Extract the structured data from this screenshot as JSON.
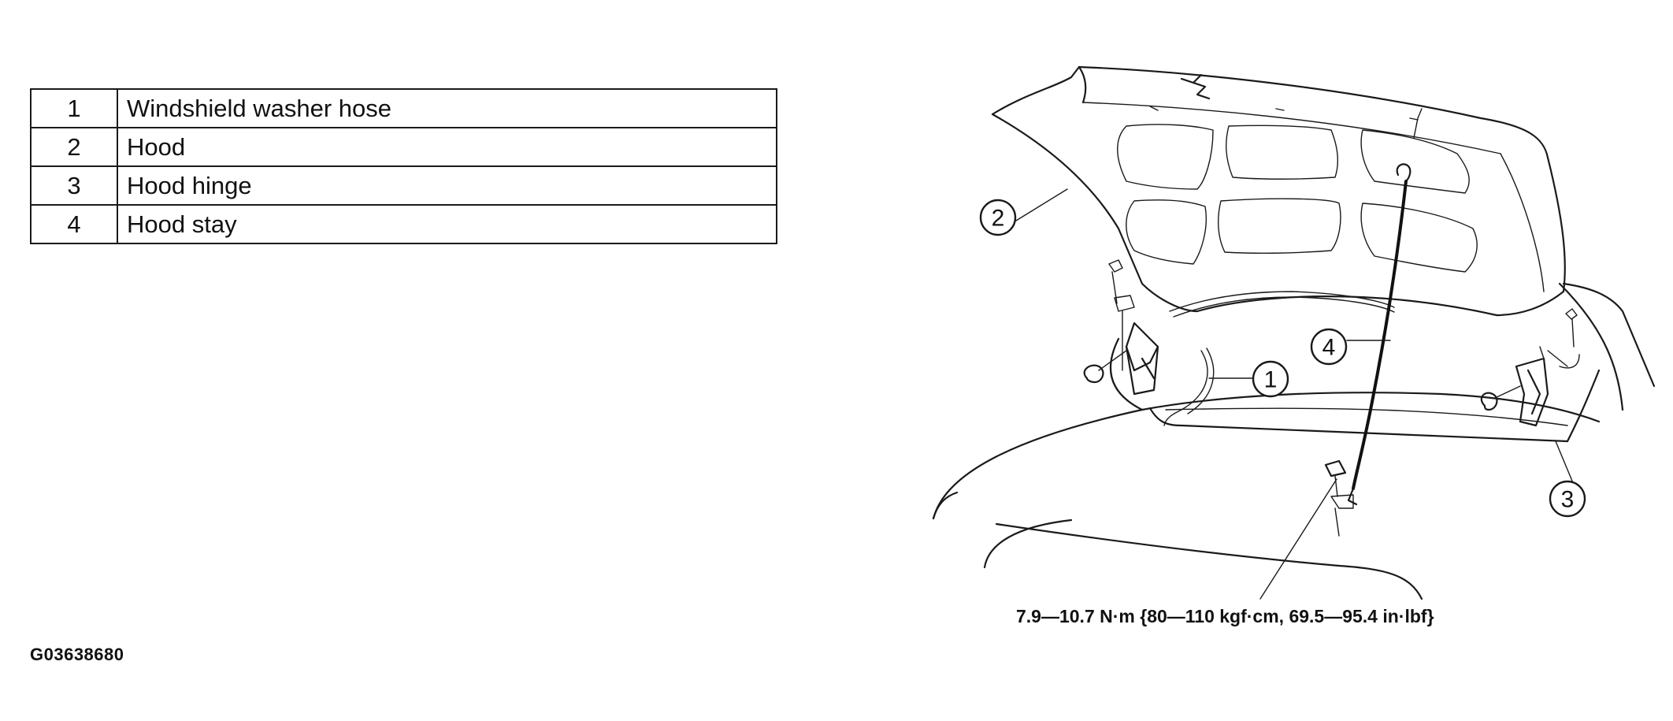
{
  "legend": {
    "rows": [
      {
        "num": "1",
        "label": "Windshield washer hose"
      },
      {
        "num": "2",
        "label": "Hood"
      },
      {
        "num": "3",
        "label": "Hood hinge"
      },
      {
        "num": "4",
        "label": "Hood stay"
      }
    ]
  },
  "callouts": {
    "c1": "1",
    "c2": "2",
    "c3": "3",
    "c4": "4"
  },
  "torque_spec": "7.9—10.7 N·m {80—110 kgf·cm, 69.5—95.4 in·lbf}",
  "figure_id": "G03638680"
}
